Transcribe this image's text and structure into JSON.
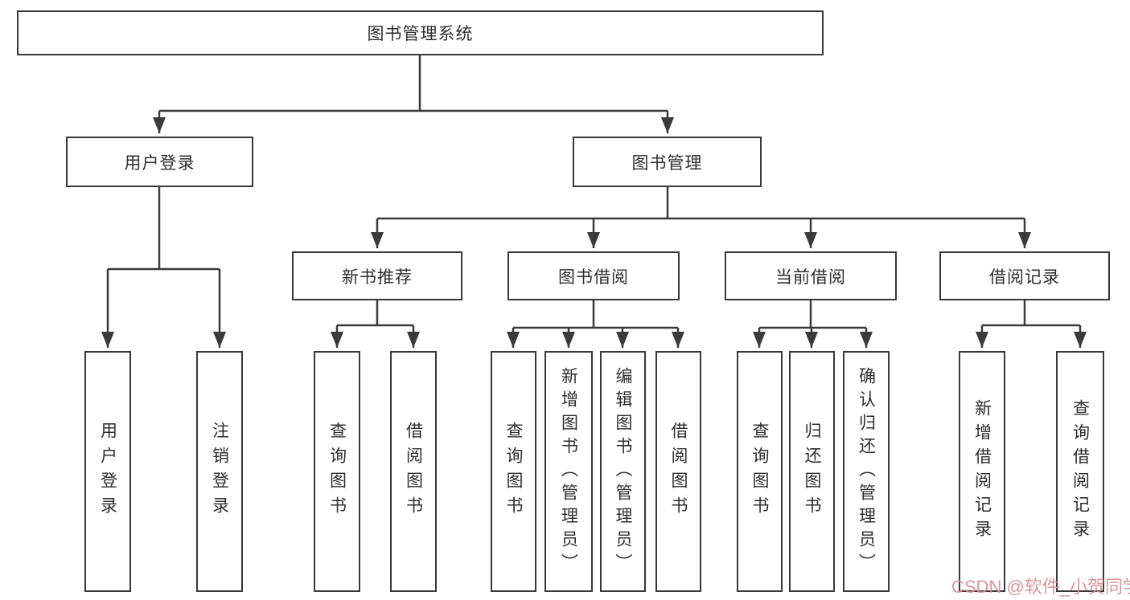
{
  "diagram": {
    "root": {
      "label": "图书管理系统"
    },
    "branches": [
      {
        "label": "用户登录",
        "children": [
          {
            "label": "用户登录"
          },
          {
            "label": "注销登录"
          }
        ]
      },
      {
        "label": "图书管理",
        "groups": [
          {
            "label": "新书推荐",
            "children": [
              {
                "label": "查询图书"
              },
              {
                "label": "借阅图书"
              }
            ]
          },
          {
            "label": "图书借阅",
            "children": [
              {
                "label": "查询图书"
              },
              {
                "label": "新增图书（管理员）"
              },
              {
                "label": "编辑图书（管理员）"
              },
              {
                "label": "借阅图书"
              }
            ]
          },
          {
            "label": "当前借阅",
            "children": [
              {
                "label": "查询图书"
              },
              {
                "label": "归还图书"
              },
              {
                "label": "确认归还（管理员）"
              }
            ]
          },
          {
            "label": "借阅记录",
            "children": [
              {
                "label": "新增借阅记录"
              },
              {
                "label": "查询借阅记录"
              }
            ]
          }
        ]
      }
    ]
  },
  "watermark": {
    "text": "CSDN @软件_小贺同学"
  },
  "colors": {
    "line": "#3a3a3a",
    "box_border": "#383838",
    "text": "#2e2e2e",
    "watermark": "#d98f98",
    "background": "#ffffff"
  }
}
